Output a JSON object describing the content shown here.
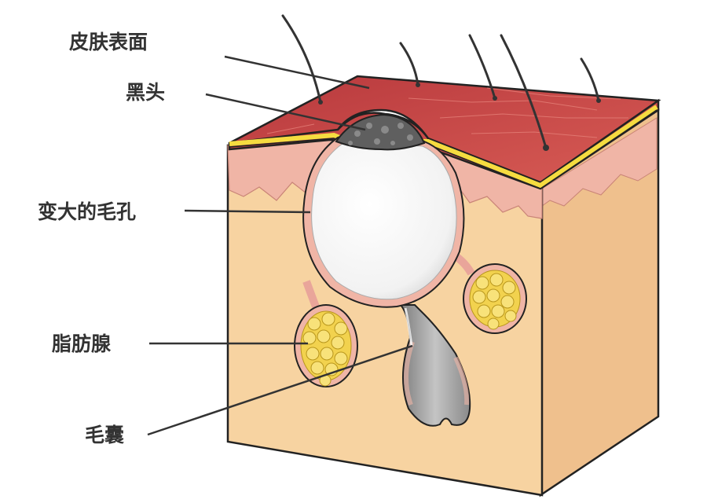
{
  "labels": {
    "skin_surface": "皮肤表面",
    "blackhead": "黑头",
    "enlarged_pore": "变大的毛孔",
    "sebaceous_gland": "脂肪腺",
    "hair_follicle": "毛囊"
  },
  "colors": {
    "skin_top": "#c94a4a",
    "epidermis": "#f0b5a6",
    "dermis": "#f7d3a1",
    "side_face": "#efc08d",
    "outline": "#222222",
    "yellow_layer": "#f5dc40",
    "blackhead": "#5f5f5f",
    "pore_sac": "#f8f8f8",
    "gland": "#f2d24e",
    "follicle": "#9a9a9a",
    "leader_line": "#333333"
  }
}
